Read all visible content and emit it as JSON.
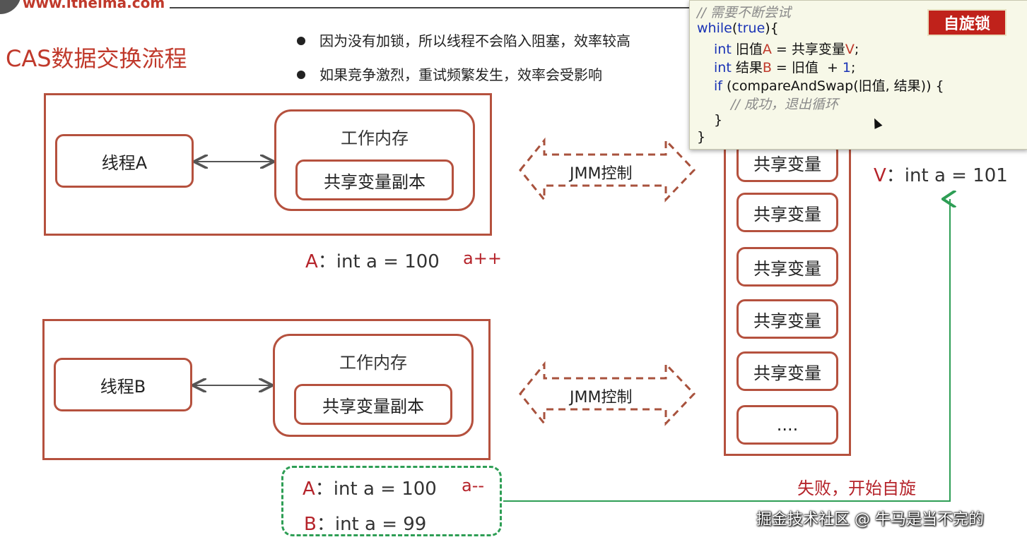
{
  "header": {
    "site_url": "www.itheima.com"
  },
  "page_title": "CAS数据交换流程",
  "bullets": [
    "因为没有加锁，所以线程不会陷入阻塞，效率较高",
    "如果竞争激烈，重试频繁发生，效率会受影响"
  ],
  "thread_a": {
    "thread_label": "线程A",
    "memory_title": "工作内存",
    "copy_label": "共享变量副本",
    "value_label": "A",
    "value_text": "：int a = 100",
    "op": "a++"
  },
  "thread_b": {
    "thread_label": "线程B",
    "memory_title": "工作内存",
    "copy_label": "共享变量副本"
  },
  "jmm": {
    "top_label": "JMM控制",
    "bottom_label": "JMM控制"
  },
  "main_memory": {
    "items": [
      "共享变量",
      "共享变量",
      "共享变量",
      "共享变量",
      "共享变量",
      "...."
    ],
    "v_label": "V",
    "v_text": "：int a = 101"
  },
  "retry_box": {
    "a_label": "A",
    "a_text": "：int a = 100",
    "op": "a--",
    "b_label": "B",
    "b_text": "：int a = 99"
  },
  "fail_text": "失败，开始自旋",
  "code_popup": {
    "badge": "自旋锁",
    "line1": "// 需要不断尝试",
    "line2_kw": "while",
    "line2_a": "(",
    "line2_true": "true",
    "line2_b": "){",
    "line3_kw": "int",
    "line3_a": " 旧值",
    "line3_var": "A",
    "line3_b": " = 共享变量",
    "line3_var2": "V",
    "line3_c": ";",
    "line4_kw": "int",
    "line4_a": " 结果",
    "line4_var": "B",
    "line4_b": " = 旧值  + ",
    "line4_num": "1",
    "line4_c": ";",
    "line5_kw": "if",
    "line5_a": " (compareAndSwap(旧值, 结果)) {",
    "line6": "// 成功，退出循环",
    "line7": "}",
    "line8": "}"
  },
  "watermark": "掘金技术社区 @ 牛马是当不完的",
  "colors": {
    "accent_red": "#b5513e",
    "label_red": "#b5232a",
    "success_green": "#2e9e55",
    "code_blue": "#1a33b5"
  }
}
